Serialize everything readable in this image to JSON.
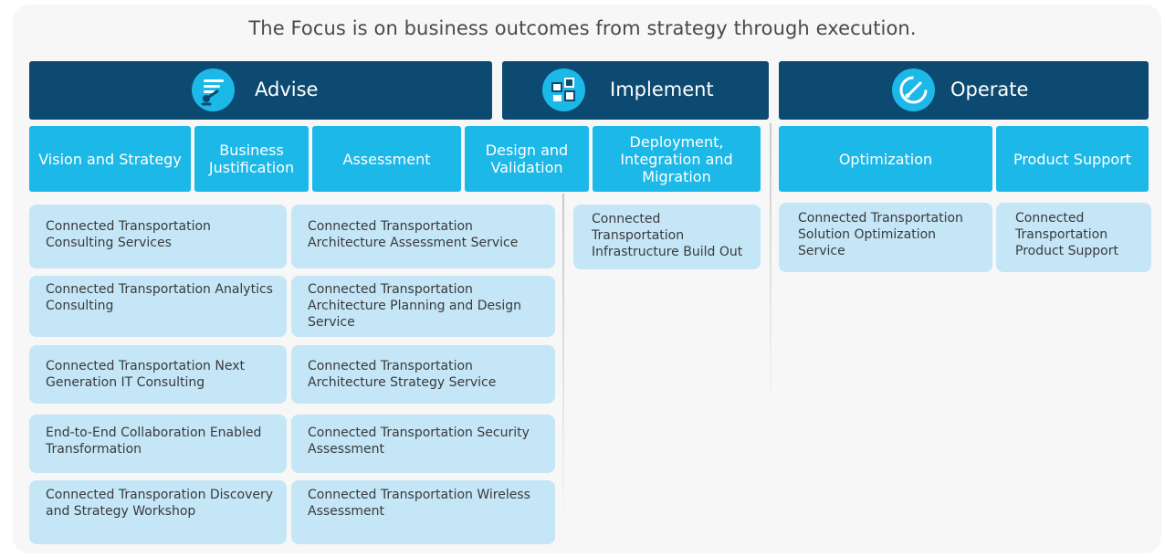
{
  "headline": "The Focus is on business outcomes from strategy through execution.",
  "colors": {
    "phase_bg": "#0d4a72",
    "sub_bg": "#1cb8e8",
    "card_bg": "#c4e6f7",
    "panel_bg": "#f7f7f7",
    "icon_bg": "#1cb8e8"
  },
  "phases": {
    "advise": {
      "label": "Advise",
      "icon": "advise-icon"
    },
    "implement": {
      "label": "Implement",
      "icon": "implement-icon"
    },
    "operate": {
      "label": "Operate",
      "icon": "operate-icon"
    }
  },
  "subcategories": {
    "vision": "Vision and Strategy",
    "business": "Business Justification",
    "assessment": "Assessment",
    "design": "Design and Validation",
    "deployment": "Deployment, Integration and Migration",
    "optimization": "Optimization",
    "support": "Product Support"
  },
  "services": {
    "advise_left": [
      "Connected Transportation Consulting Services",
      "Connected Transportation Analytics Consulting",
      "Connected Transportation Next Generation IT Consulting",
      "End-to-End Collaboration Enabled Transformation",
      "Connected Transporation Discovery and Strategy Workshop"
    ],
    "advise_right": [
      "Connected Transportation Architecture Assessment Service",
      "Connected Transportation Architecture Planning and Design Service",
      "Connected Transportation Architecture Strategy Service",
      "Connected Transportation Security Assessment",
      "Connected Transportation Wireless Assessment"
    ],
    "implement": [
      "Connected Transportation Infrastructure Build Out"
    ],
    "optimization": [
      "Connected Transportation Solution Optimization Service"
    ],
    "support": [
      "Connected Transportation Product Support"
    ]
  }
}
